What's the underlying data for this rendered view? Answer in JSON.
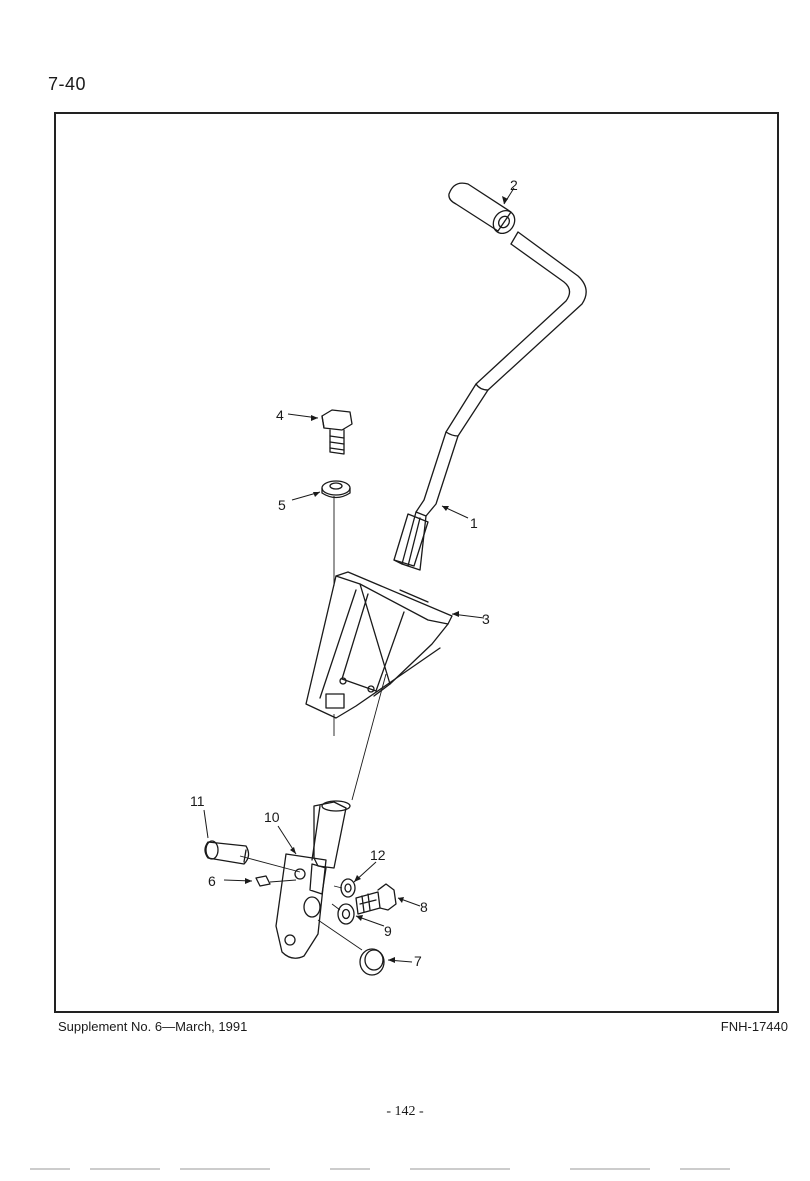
{
  "page": {
    "section_number": "7-40",
    "footer_left": "Supplement No. 6—March, 1991",
    "footer_right": "FNH-17440",
    "page_number": "- 142 -"
  },
  "diagram": {
    "callouts": [
      {
        "id": "1",
        "part": "lever"
      },
      {
        "id": "2",
        "part": "grip"
      },
      {
        "id": "3",
        "part": "bracket"
      },
      {
        "id": "4",
        "part": "bolt"
      },
      {
        "id": "5",
        "part": "washer"
      },
      {
        "id": "6",
        "part": "key"
      },
      {
        "id": "7",
        "part": "ring"
      },
      {
        "id": "8",
        "part": "bolt"
      },
      {
        "id": "9",
        "part": "washer"
      },
      {
        "id": "10",
        "part": "lever-arm"
      },
      {
        "id": "11",
        "part": "pin"
      },
      {
        "id": "12",
        "part": "lock-washer"
      }
    ]
  }
}
